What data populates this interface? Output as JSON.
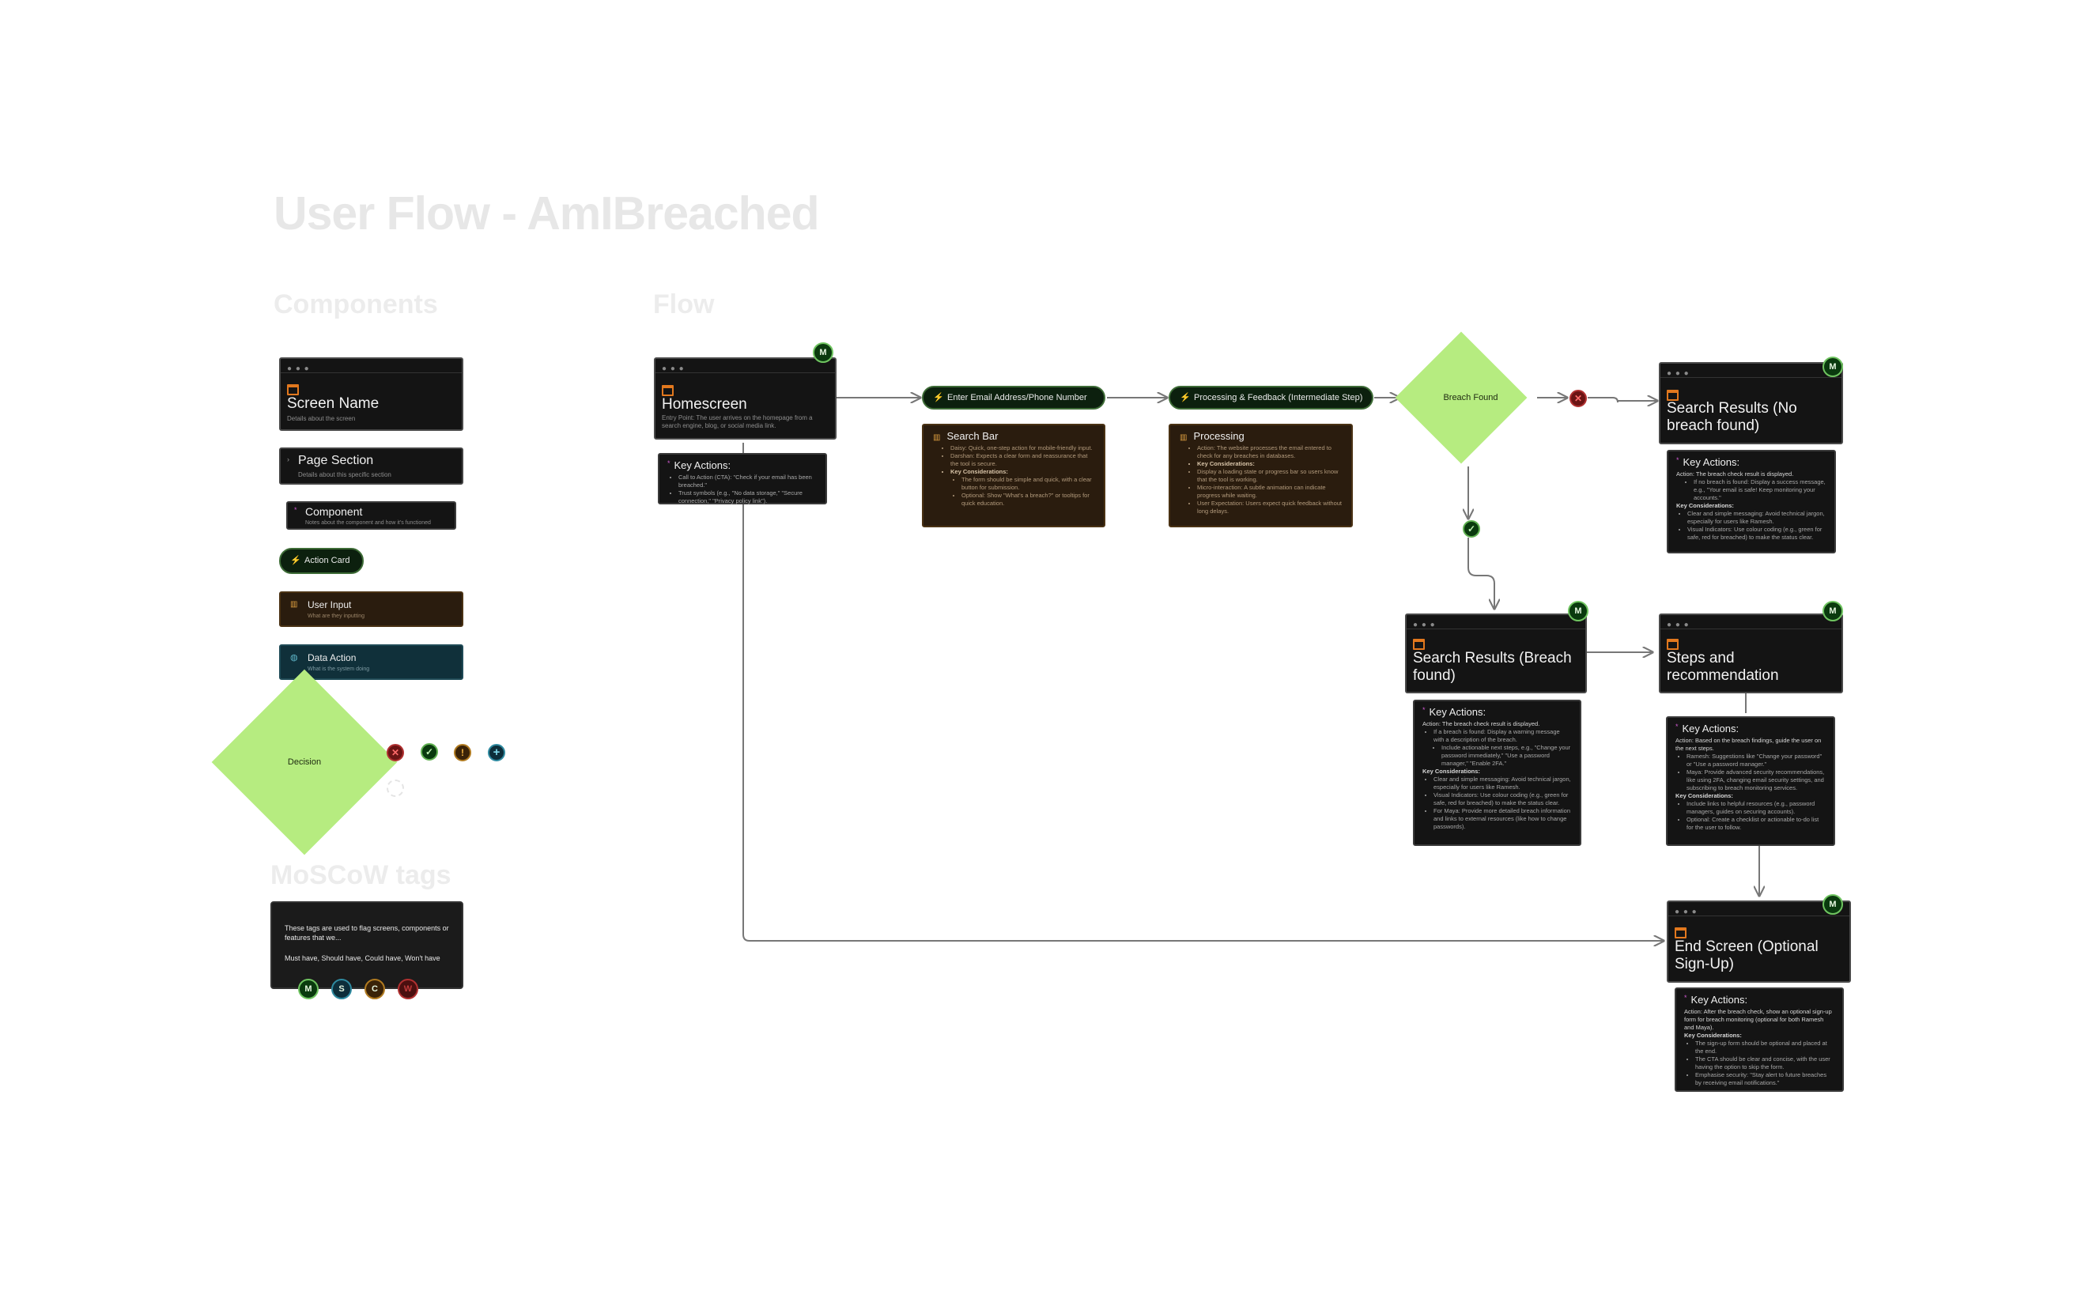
{
  "title": "User Flow -  AmIBreached",
  "sections": {
    "components": "Components",
    "flow": "Flow",
    "moscow": "MoSCoW tags"
  },
  "legend": {
    "screen": {
      "name": "Screen Name",
      "sub": "Details about the screen"
    },
    "page_section": {
      "name": "Page Section",
      "sub": "Details about this specific section"
    },
    "component": {
      "name": "Component",
      "sub": "Notes about the component and how it's functioned"
    },
    "action_card": "Action Card",
    "user_input": {
      "name": "User Input",
      "sub": "What are they inputting"
    },
    "data_action": {
      "name": "Data Action",
      "sub": "What is the system doing"
    },
    "decision": "Decision",
    "status_icons": {
      "fail": "✕",
      "success": "✓",
      "warning": "!",
      "add": "+"
    },
    "moscow_text_1": "These tags are used to flag screens, components or features that we...",
    "moscow_text_2": "Must have, Should have, Could have, Won't have",
    "moscow_tags": [
      "M",
      "S",
      "C",
      "W"
    ],
    "colors": {
      "must": "#0a3a0e",
      "should": "#0d2e3a",
      "could": "#3a2308",
      "wont": "#4a0f0f",
      "decision": "#b6ec80",
      "accent": "#e2781e"
    }
  },
  "flow": {
    "homescreen": {
      "name": "Homescreen",
      "tag": "M",
      "sub": "Entry Point: The user arrives on the homepage from a search engine, blog, or social media link.",
      "section_title": "Key Actions:",
      "bullets": [
        "Call to Action (CTA): \"Check if your email has been breached.\"",
        "Trust symbols (e.g., \"No data storage,\" \"Secure connection,\" \"Privacy policy link\")."
      ]
    },
    "enter_email": {
      "action": "Enter Email Address/Phone Number",
      "input_title": "Search Bar",
      "bullets": [
        "Daisy: Quick, one-step action for mobile-friendly input.",
        "Darshan: Expects a clear form and reassurance that the tool is secure.",
        "Key Considerations:",
        "The form should be simple and quick, with a clear button for submission.",
        "Optional: Show \"What's a breach?\" or tooltips for quick education."
      ]
    },
    "processing": {
      "action": "Processing & Feedback (Intermediate Step)",
      "input_title": "Processing",
      "bullets": [
        "Action: The website processes the email entered to check for any breaches in databases.",
        "Key Considerations:",
        "Display a loading state or progress bar so users know that the tool is working.",
        "Micro-interaction: A subtle animation can indicate progress while waiting.",
        "User Expectation: Users expect quick feedback without long delays."
      ]
    },
    "decision": "Breach Found",
    "no_breach": {
      "name": "Search Results (No breach found)",
      "tag": "M",
      "section_title": "Key Actions:",
      "action_line": "Action: The breach check result is displayed.",
      "bullets": [
        "If no breach is found: Display a success message, e.g., \"Your email is safe! Keep monitoring your accounts.\"",
        "Key Considerations:",
        "Clear and simple messaging: Avoid technical jargon, especially for users like Ramesh.",
        "Visual Indicators: Use colour coding (e.g., green for safe, red for breached) to make the status clear."
      ]
    },
    "breach_found": {
      "name": "Search Results (Breach found)",
      "tag": "M",
      "section_title": "Key Actions:",
      "action_line": "Action: The breach check result is displayed.",
      "bullets": [
        "If a breach is found: Display a warning message with a description of the breach.",
        "Include actionable next steps, e.g., \"Change your password immediately,\" \"Use a password manager,\" \"Enable 2FA.\"",
        "Key Considerations:",
        "Clear and simple messaging: Avoid technical jargon, especially for users like Ramesh.",
        "Visual Indicators: Use colour coding (e.g., green for safe, red for breached) to make the status clear.",
        "For Maya: Provide more detailed breach information and links to external resources (like how to change passwords)."
      ]
    },
    "steps": {
      "name": "Steps and recommendation",
      "tag": "M",
      "section_title": "Key Actions:",
      "action_line": "Action: Based on the breach findings, guide the user on the next steps.",
      "bullets": [
        "Ramesh: Suggestions like \"Change your password\" or \"Use a password manager.\"",
        "Maya: Provide advanced security recommendations, like using 2FA, changing email security settings, and subscribing to breach monitoring services.",
        "Key Considerations:",
        "Include links to helpful resources (e.g., password managers, guides on securing accounts).",
        "Optional: Create a checklist or actionable to-do list for the user to follow."
      ]
    },
    "end": {
      "name": "End Screen (Optional Sign-Up)",
      "tag": "M",
      "section_title": "Key Actions:",
      "action_line": "Action: After the breach check, show an optional sign-up form for breach monitoring (optional for both Ramesh and Maya).",
      "bullets": [
        "Key Considerations:",
        "The sign-up form should be optional and placed at the end.",
        "The CTA should be clear and concise, with the user having the option to skip the form.",
        "Emphasise security: \"Stay alert to future breaches by receiving email notifications.\""
      ]
    }
  }
}
